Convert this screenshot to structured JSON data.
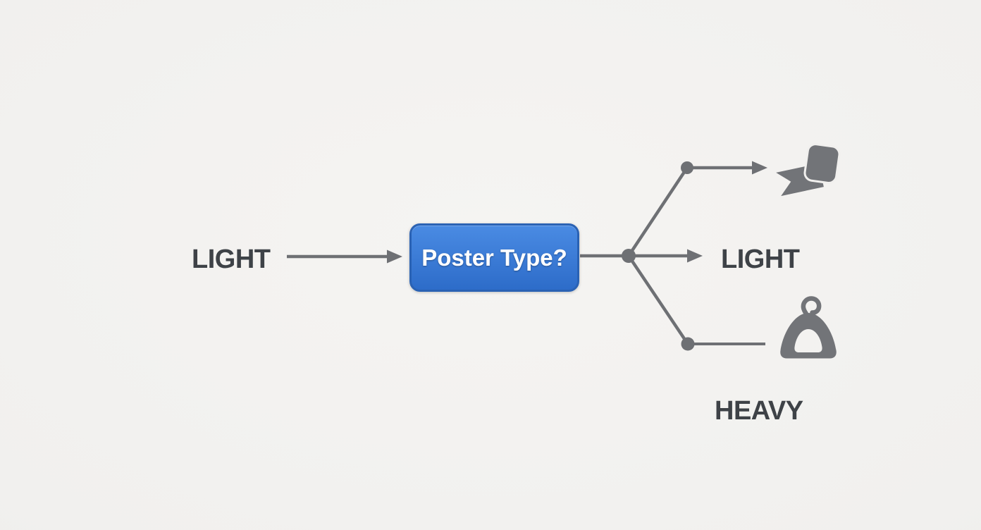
{
  "theme": {
    "line-gray": "#6e7074",
    "icon-gray": "#727478",
    "text-dark": "#3e4247",
    "node-blue-top": "#4a8be3",
    "node-blue-bottom": "#2d6cc9",
    "node-border": "#2a62b4",
    "node-text": "#ffffff",
    "bg": "#f1f0ee"
  },
  "diagram": {
    "source_label": "LIGHT",
    "decision_node": {
      "label": "Poster Type?"
    },
    "branches": {
      "top": {
        "icon": "flag-badge-icon",
        "label": ""
      },
      "middle": {
        "label": "LIGHT"
      },
      "bottom": {
        "icon": "clothes-hanger-icon",
        "label": "HEAVY"
      }
    }
  }
}
